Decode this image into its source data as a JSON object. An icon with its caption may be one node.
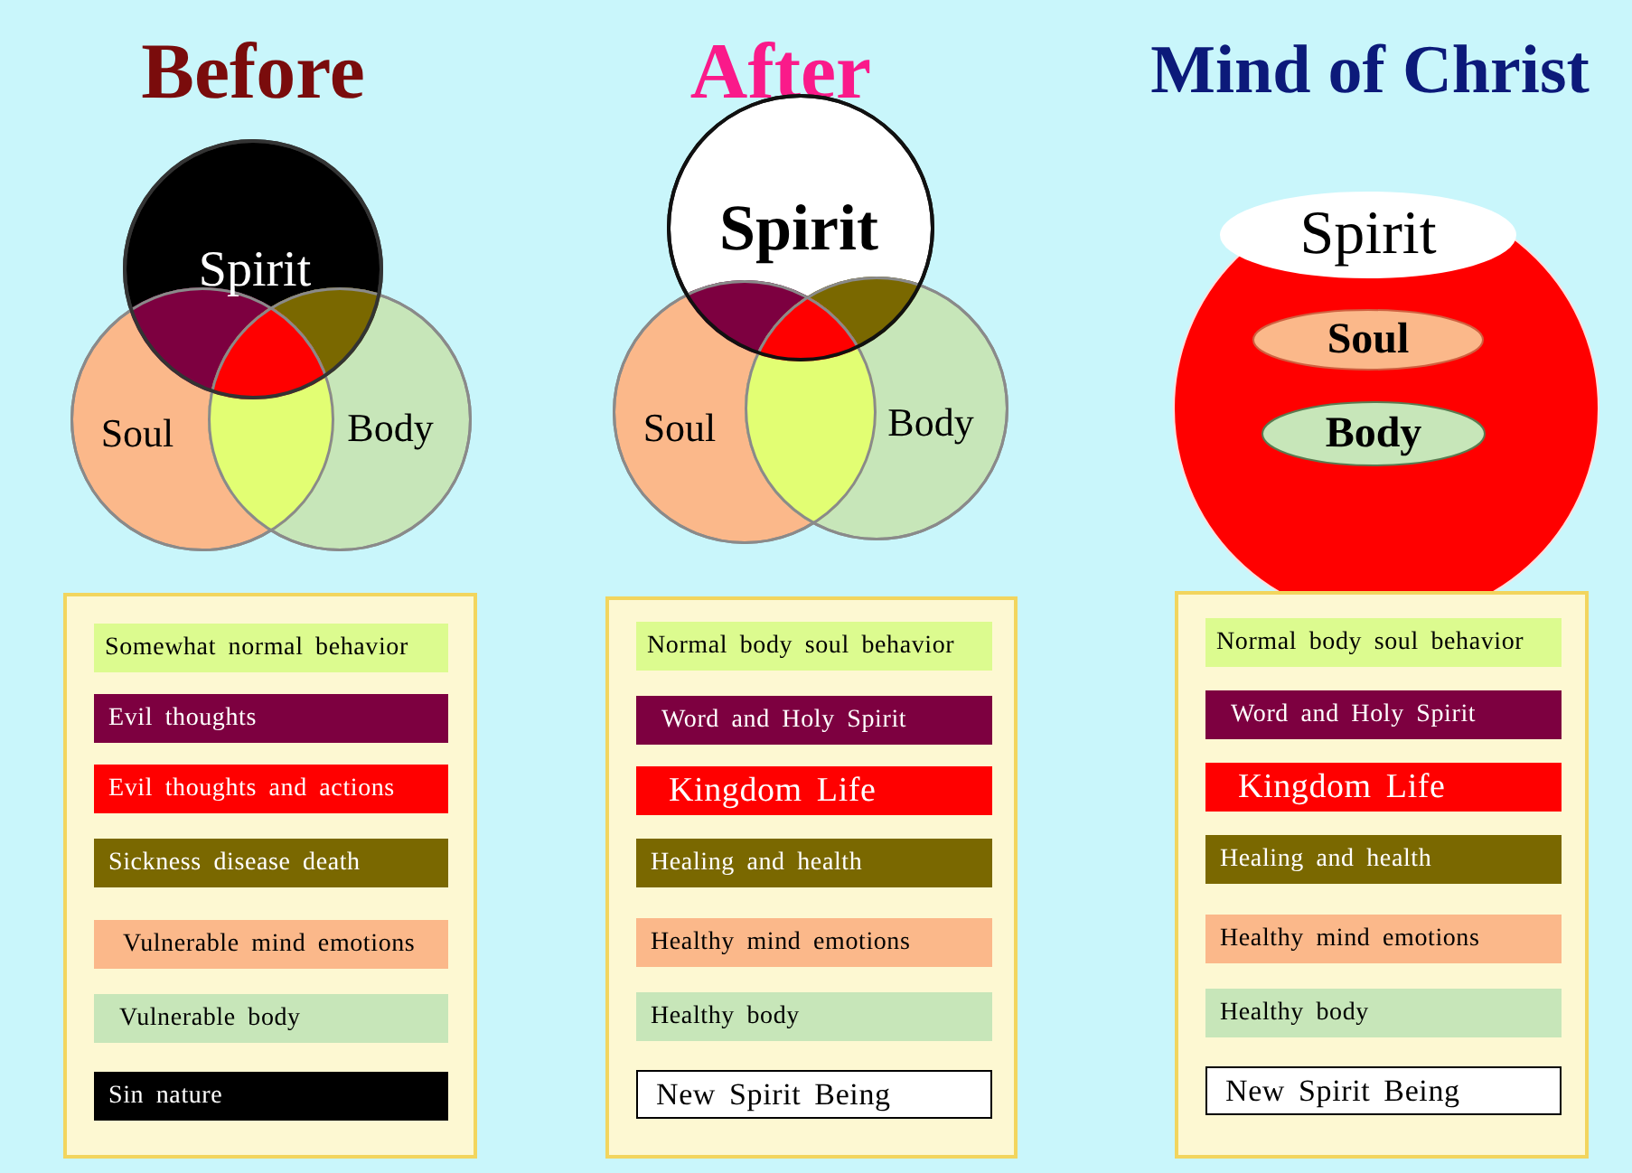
{
  "diagram": {
    "nodes": [
      {
        "text": [
          "Spirit"
        ]
      },
      {
        "text": [
          "Soul"
        ]
      },
      {
        "text": [
          "Body"
        ]
      },
      {
        "text": [
          "Spirit"
        ]
      },
      {
        "text": [
          "Soul"
        ]
      },
      {
        "text": [
          "Body"
        ]
      },
      {
        "text": [],
        "shape": "circle"
      },
      {
        "text": [
          "Spirit"
        ],
        "in": 6
      },
      {
        "text": [
          "Soul"
        ],
        "in": 6
      },
      {
        "text": [
          "Body"
        ],
        "in": 6
      },
      {
        "text": [],
        "shape": "box"
      },
      {
        "text": [
          "Somewhat normal behavior"
        ],
        "in": 10
      },
      {
        "text": [
          "Evil thoughts"
        ],
        "in": 10
      },
      {
        "text": [
          "Evil thoughts and actions"
        ],
        "in": 10
      },
      {
        "text": [
          "Sickness disease death"
        ],
        "in": 10
      },
      {
        "text": [
          "Vulnerable mind emotions"
        ],
        "in": 10
      },
      {
        "text": [
          "Vulnerable body"
        ],
        "in": 10
      },
      {
        "text": [
          "Sin nature"
        ],
        "in": 10
      },
      {
        "text": [],
        "shape": "box"
      },
      {
        "text": [
          "Normal body soul behavior"
        ],
        "in": 18
      },
      {
        "text": [
          "Word and Holy Spirit"
        ],
        "in": 18
      },
      {
        "text": [
          "Kingdom Life"
        ],
        "in": 18
      },
      {
        "text": [
          "Healing and health"
        ],
        "in": 18
      },
      {
        "text": [
          "Healthy mind emotions"
        ],
        "in": 18
      },
      {
        "text": [
          "Healthy body"
        ],
        "in": 18
      },
      {
        "text": [
          "New Spirit Being"
        ],
        "in": 18
      },
      {
        "text": [],
        "shape": "box"
      },
      {
        "text": [
          "Normal body soul behavior"
        ],
        "in": 26
      },
      {
        "text": [
          "Word and Holy Spirit"
        ],
        "in": 26
      },
      {
        "text": [
          "Kingdom Life"
        ],
        "in": 26
      },
      {
        "text": [
          "Healing and health"
        ],
        "in": 26
      },
      {
        "text": [
          "Healthy mind emotions"
        ],
        "in": 26
      },
      {
        "text": [
          "Healthy body"
        ],
        "in": 26
      },
      {
        "text": [
          "New Spirit Being"
        ],
        "in": 26
      }
    ],
    "labels": [
      "Before",
      "After",
      "Mind of Christ"
    ]
  }
}
